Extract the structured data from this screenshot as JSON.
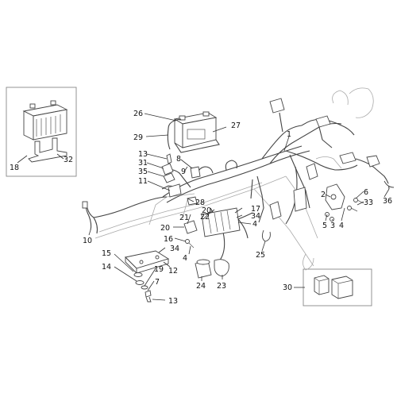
{
  "labels": {
    "l1": "1",
    "l2": "2",
    "l3": "3",
    "l4a": "4",
    "l4b": "4",
    "l4c": "4",
    "l5": "5",
    "l6": "6",
    "l7": "7",
    "l8": "8",
    "l9": "9",
    "l10": "10",
    "l11": "11",
    "l12": "12",
    "l13a": "13",
    "l13b": "13",
    "l14": "14",
    "l15": "15",
    "l16": "16",
    "l17": "17",
    "l18": "18",
    "l19": "19",
    "l20a": "20",
    "l20b": "20",
    "l21": "21",
    "l22": "22",
    "l23": "23",
    "l24": "24",
    "l25": "25",
    "l26": "26",
    "l27": "27",
    "l28": "28",
    "l29": "29",
    "l30": "30",
    "l31": "31",
    "l32": "32",
    "l33": "33",
    "l34a": "34",
    "l34b": "34",
    "l35": "35",
    "l36": "36"
  }
}
